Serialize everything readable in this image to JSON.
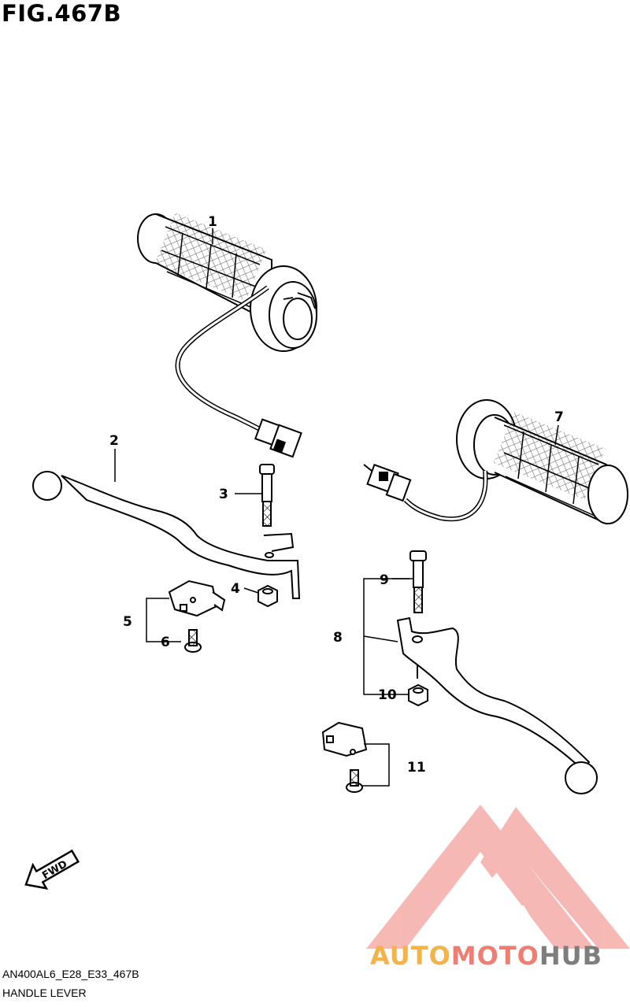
{
  "figure": {
    "title": "FIG.467B"
  },
  "callouts": [
    {
      "id": "1",
      "label": "1"
    },
    {
      "id": "2",
      "label": "2"
    },
    {
      "id": "3",
      "label": "3"
    },
    {
      "id": "4",
      "label": "4"
    },
    {
      "id": "5",
      "label": "5"
    },
    {
      "id": "6",
      "label": "6"
    },
    {
      "id": "7",
      "label": "7"
    },
    {
      "id": "8",
      "label": "8"
    },
    {
      "id": "9",
      "label": "9"
    },
    {
      "id": "10",
      "label": "10"
    },
    {
      "id": "11",
      "label": "11"
    }
  ],
  "direction_badge": {
    "text": "FWD",
    "icon": "fwd-arrow-icon"
  },
  "footer": {
    "code": "AN400AL6_E28_E33_467B",
    "name": "HANDLE LEVER"
  },
  "watermark": {
    "word_a": "AUTO",
    "word_b": "MOTO",
    "word_c": "HUB",
    "colors": {
      "auto": "#f4b24a",
      "moto": "#ee7e74",
      "hub": "#7d7d7d",
      "logo": "#f3a19b"
    }
  }
}
